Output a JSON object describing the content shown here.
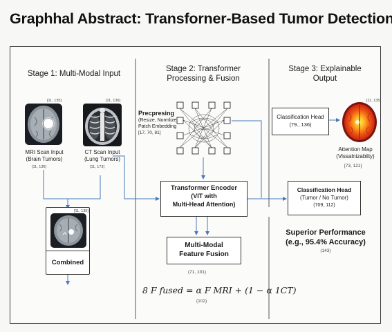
{
  "title": "Graphhal Abstract: Transforner-Based Tumor Detection",
  "stage1": {
    "title": "Stage 1: Multi-Modal Input",
    "mri": {
      "label_line1": "MRI Scan Input",
      "label_line2": "(Brain Tumors)",
      "coords": "[11, 136]",
      "corner": "[11, 135]"
    },
    "ct": {
      "label_line1": "CT Scan Input",
      "label_line2": "(Lung Tumors)",
      "coords": "[11, 173]",
      "corner": "[11, 136]"
    },
    "combined": {
      "label": "Combined",
      "corner": "[11, 135]"
    }
  },
  "stage2": {
    "title_line1": "Stage 2: Transformer",
    "title_line2": "Processing & Fusion",
    "preprocessing": {
      "heading": "Precpresing",
      "line1": "(Resize, Normlize,",
      "line2": "Patch Embedding",
      "coords": "[17, 70, 81]"
    },
    "encoder": {
      "line1": "Transformer Encoder",
      "line2": "(VIT with",
      "line3": "Multi-Head Attention)"
    },
    "fusion": {
      "line1": "Multi-Modal",
      "line2": "Feature Fusion",
      "coords": "(71, 101)"
    },
    "formula": {
      "text": "8  F fused = α F MRI + (1 − α 1CT)",
      "coords": "(102)"
    }
  },
  "stage3": {
    "title_line1": "Stage 3: Explainable",
    "title_line2": "Output",
    "class_head_top": {
      "line1": "Classification Head",
      "line2": "(79., 136)"
    },
    "attention": {
      "line1": "Attention Map",
      "line2": "(Vissalnizablity)",
      "coords": "[73, 121]",
      "corner": "[11, 135]"
    },
    "class_head": {
      "line1": "Classification Head",
      "line2": "(Tumor / No Tumor)",
      "coords": "(709, 112)"
    },
    "performance": {
      "line1": "Superior Performance",
      "line2": "(e.g., 95.4% Accuracy)",
      "coords": "(143)"
    }
  },
  "colors": {
    "arrow": "#4a78b8",
    "line": "#333333",
    "panel_border": "#3a3a3a"
  }
}
